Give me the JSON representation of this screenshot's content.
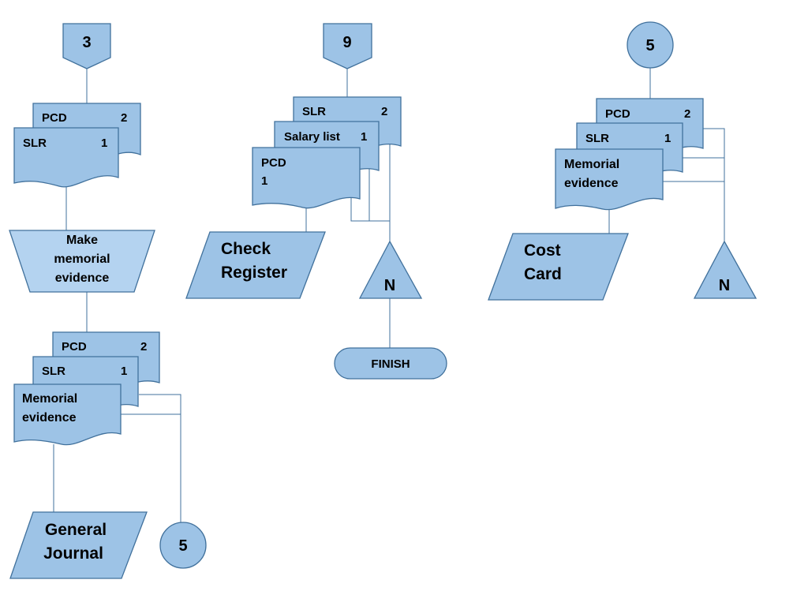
{
  "column1": {
    "offpage_connector": "3",
    "input_docs": {
      "back": {
        "label": "PCD",
        "copy": "2"
      },
      "front": {
        "label": "SLR",
        "copy": "1"
      }
    },
    "process": [
      "Make",
      "memorial",
      "evidence"
    ],
    "output_docs": {
      "back": {
        "label": "PCD",
        "copy": "2"
      },
      "middle": {
        "label": "SLR",
        "copy": "1"
      },
      "front": [
        "Memorial",
        "evidence"
      ]
    },
    "ledger": [
      "General",
      "Journal"
    ],
    "onpage_connector": "5"
  },
  "column2": {
    "offpage_connector": "9",
    "docs": {
      "back": {
        "label": "SLR",
        "copy": "2"
      },
      "middle": {
        "label": "Salary list",
        "copy": "1"
      },
      "front": [
        "PCD",
        "1"
      ]
    },
    "ledger": [
      "Check",
      "Register"
    ],
    "file": "N",
    "terminator": "FINISH"
  },
  "column3": {
    "onpage_connector": "5",
    "docs": {
      "back": {
        "label": "PCD",
        "copy": "2"
      },
      "middle": {
        "label": "SLR",
        "copy": "1"
      },
      "front": [
        "Memorial",
        "evidence"
      ]
    },
    "ledger": [
      "Cost",
      "Card"
    ],
    "file": "N"
  }
}
